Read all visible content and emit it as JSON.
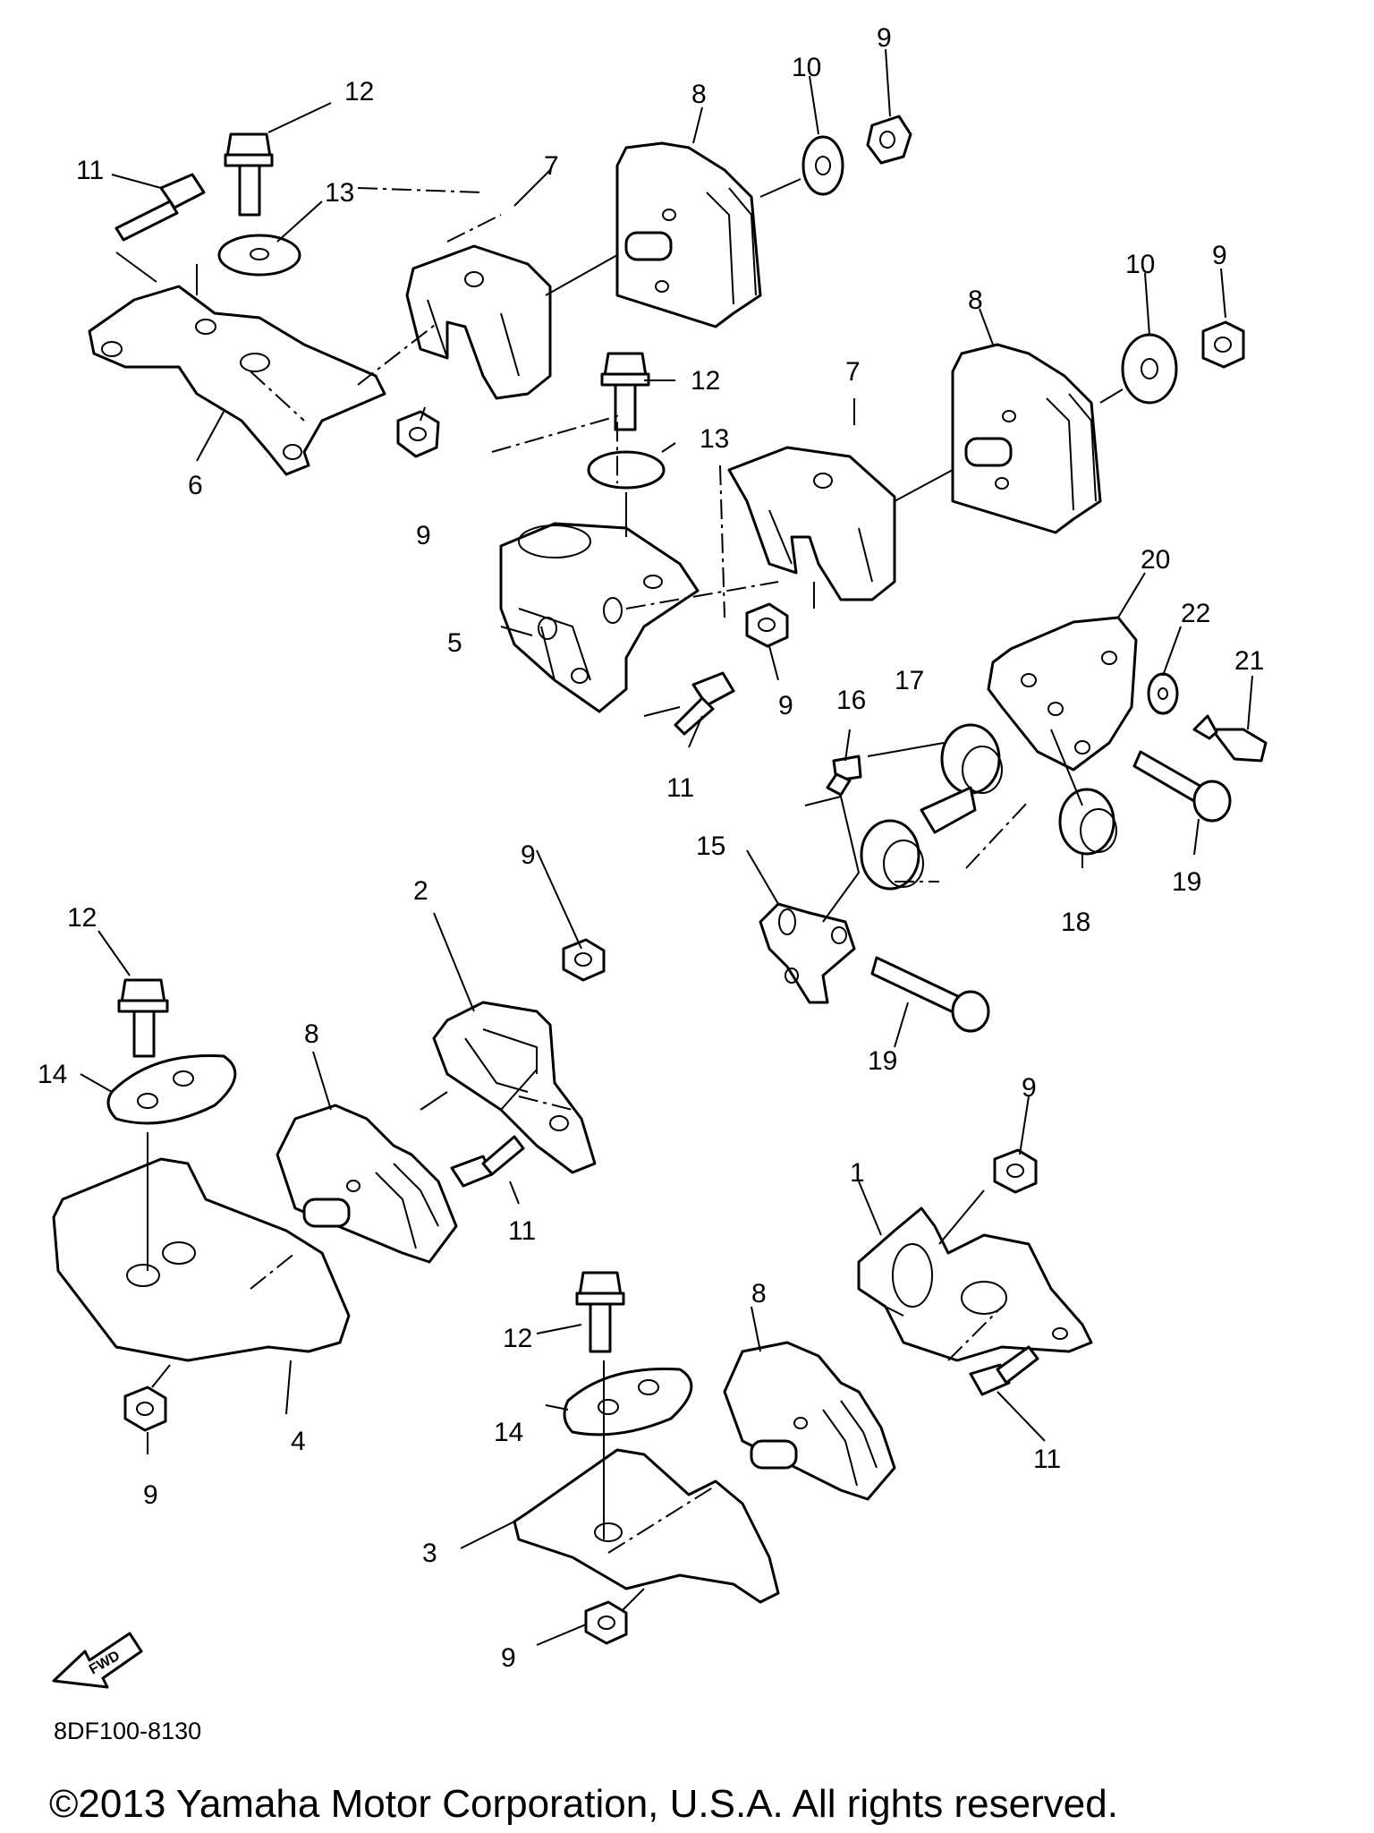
{
  "diagram": {
    "callouts": [
      "1",
      "2",
      "3",
      "4",
      "5",
      "6",
      "7",
      "8",
      "9",
      "10",
      "11",
      "12",
      "13",
      "14",
      "15",
      "16",
      "17",
      "18",
      "19",
      "20",
      "21",
      "22"
    ],
    "fwd_label": "FWD",
    "part_code": "8DF100-8130",
    "copyright": "©2013 Yamaha Motor Corporation, U.S.A. All rights reserved."
  }
}
